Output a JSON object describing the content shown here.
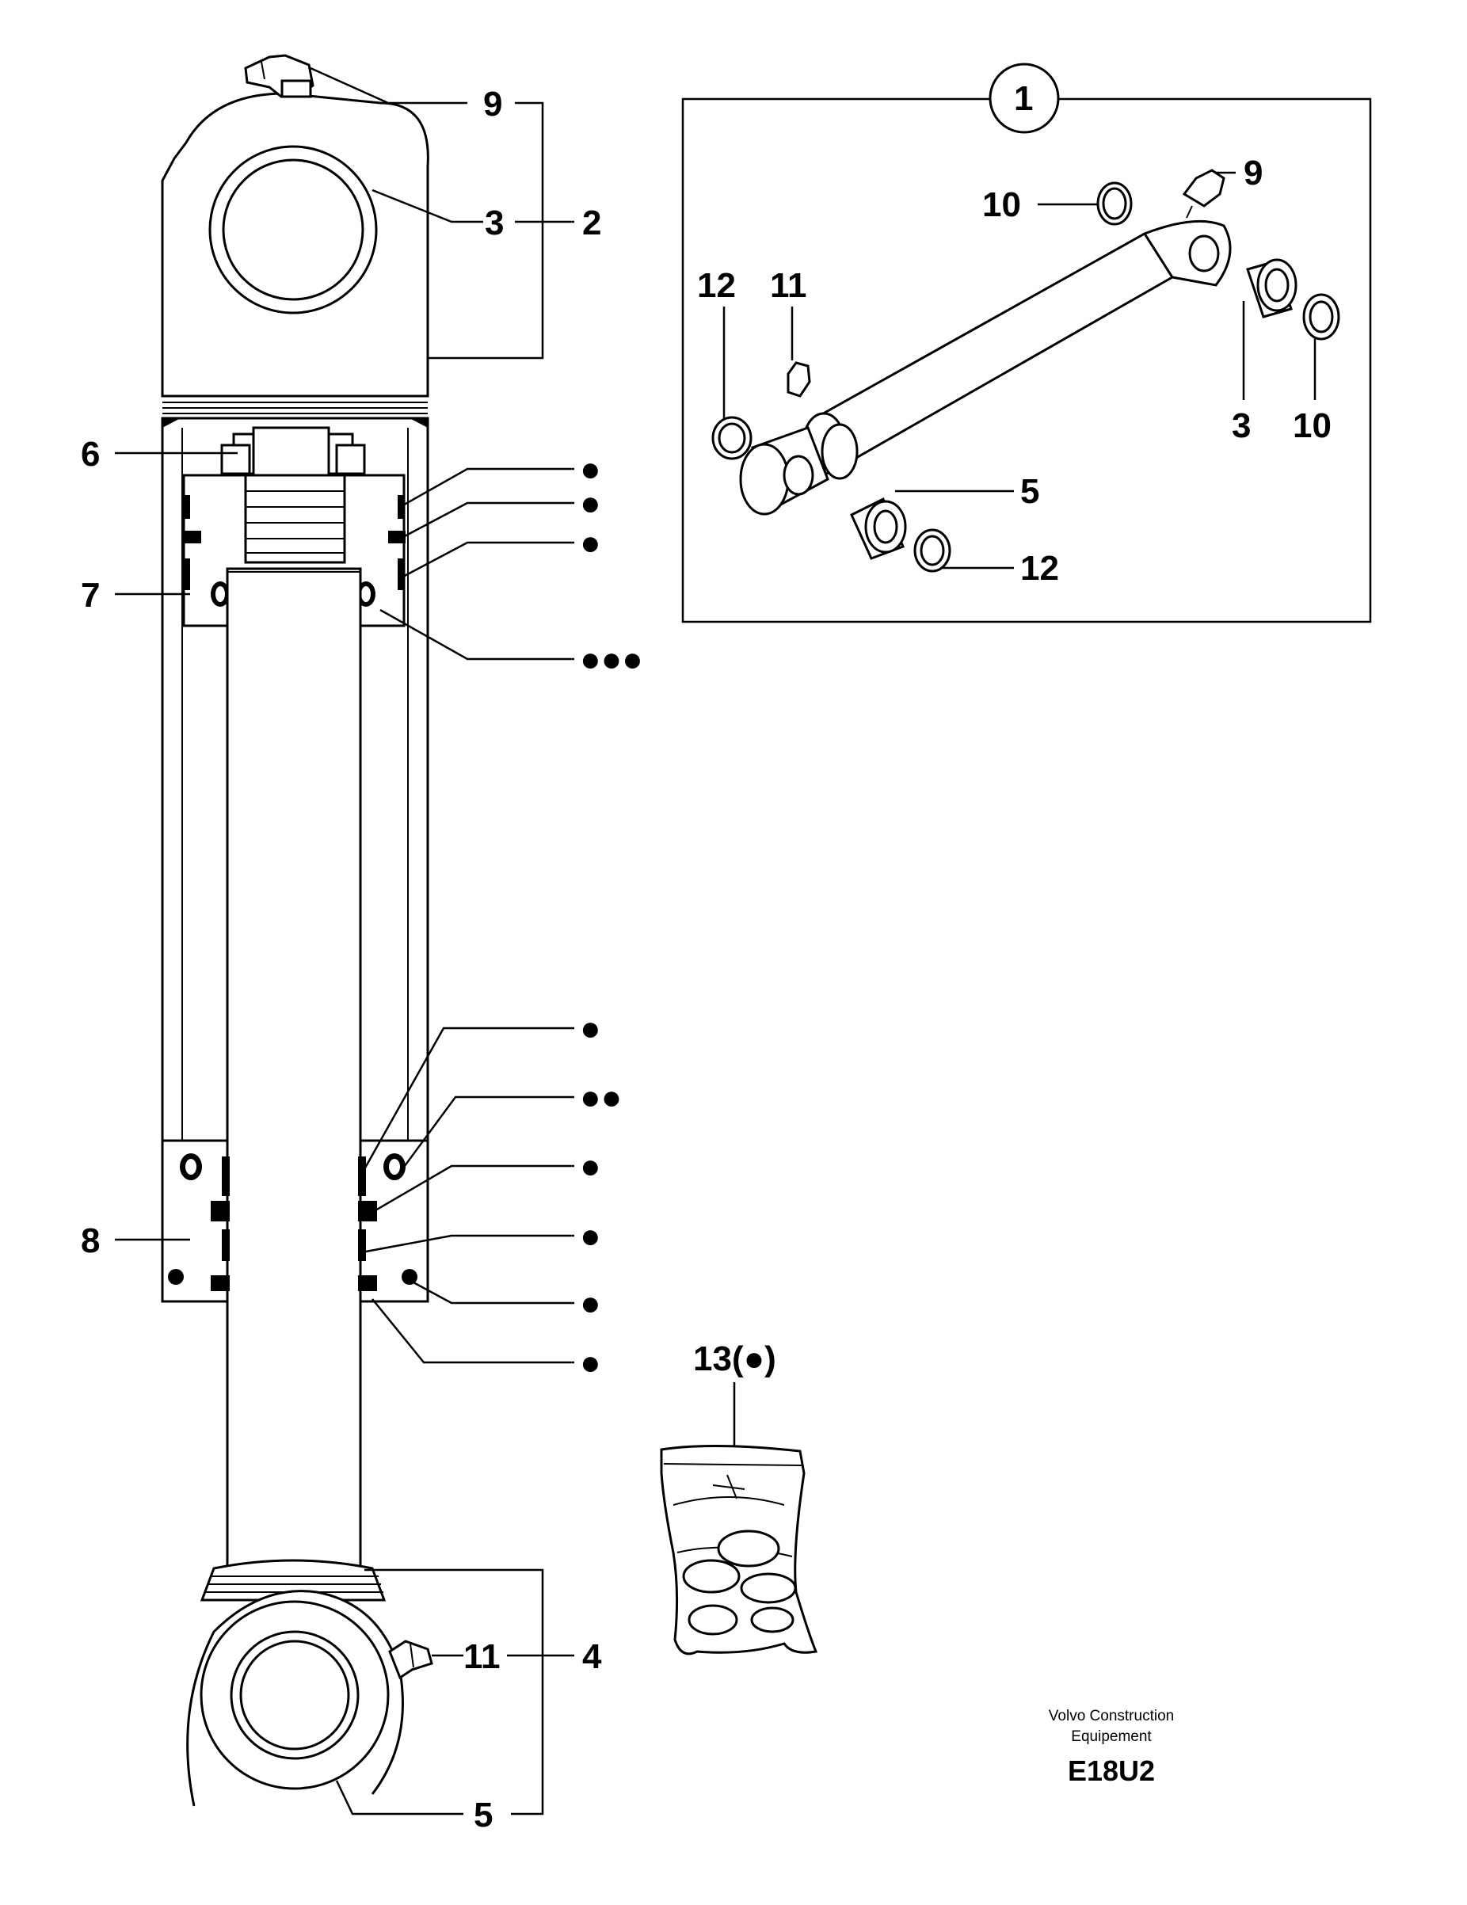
{
  "labels": {
    "l9_top": "9",
    "l3_top": "3",
    "l2": "2",
    "l6": "6",
    "l7": "7",
    "l8": "8",
    "l11_bottom": "11",
    "l4": "4",
    "l5_bottom": "5",
    "l1": "1",
    "l10_inset_top": "10",
    "l9_inset": "9",
    "l12_inset_left": "12",
    "l11_inset": "11",
    "l3_inset": "3",
    "l10_inset_right": "10",
    "l5_inset": "5",
    "l12_inset_bottom": "12",
    "l13": "13(●)"
  },
  "seal_markers": {
    "m1": "●",
    "m2": "●",
    "m3": "●",
    "m4": "●●●",
    "m5": "●",
    "m6": "●●",
    "m7": "●",
    "m8": "●",
    "m9": "●",
    "m10": "●"
  },
  "caption": {
    "line1": "Volvo Construction",
    "line2": "Equipement",
    "code": "E18U2"
  },
  "icons": [
    "grease-nipple-icon",
    "seal-kit-bag-icon",
    "seal-ring-icon",
    "bushing-icon"
  ]
}
